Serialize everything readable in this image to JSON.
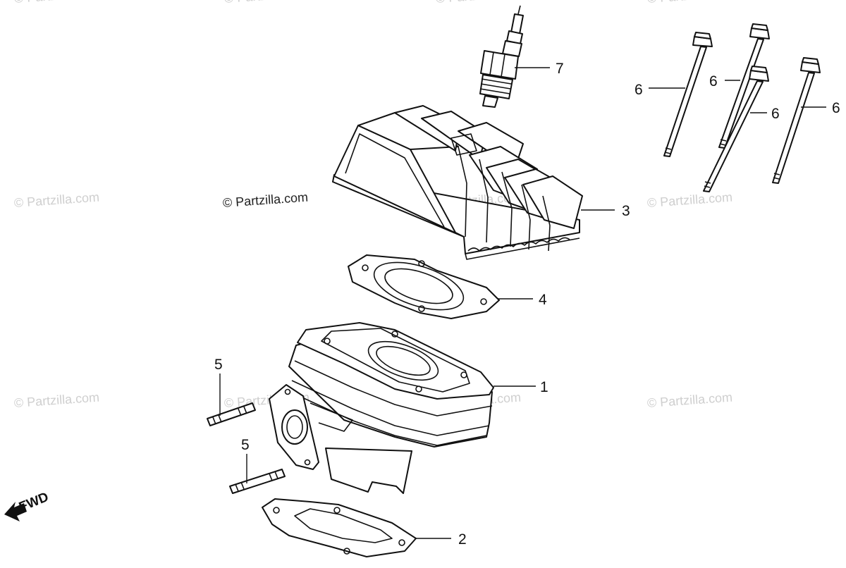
{
  "watermarks": [
    "© Partzilla.com",
    "© Partzilla.com",
    "© Partzilla.com",
    "© Partzilla.com",
    "© Partzilla.com",
    "© Partzilla.com",
    "© Partzilla.com",
    "© Partzilla.com",
    "© Partzilla.com",
    "© Partzilla.com",
    "© Partzilla.com"
  ],
  "brand_label": "© Partzilla.com",
  "direction_label": "FWD",
  "callouts": {
    "cylinder": "1",
    "base_gasket": "2",
    "cylinder_head": "3",
    "head_gasket": "4",
    "stud_upper": "5",
    "stud_lower": "5",
    "bolt_a": "6",
    "bolt_b": "6",
    "bolt_c": "6",
    "bolt_d": "6",
    "spark_plug": "7"
  },
  "colors": {
    "line": "#111111",
    "watermark": "#cfcfcf",
    "background": "#ffffff"
  }
}
